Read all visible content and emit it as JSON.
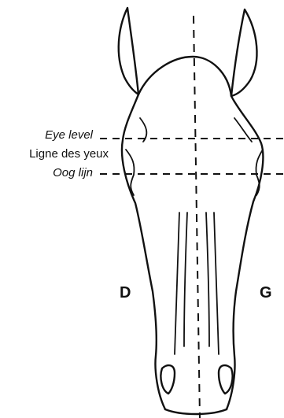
{
  "labels": {
    "eye_level_en": "Eye level",
    "eye_level_fr": "Ligne des yeux",
    "eye_level_nl": "Oog lijn",
    "left_side": "D",
    "right_side": "G"
  },
  "colors": {
    "line": "#111111",
    "background": "#ffffff"
  }
}
